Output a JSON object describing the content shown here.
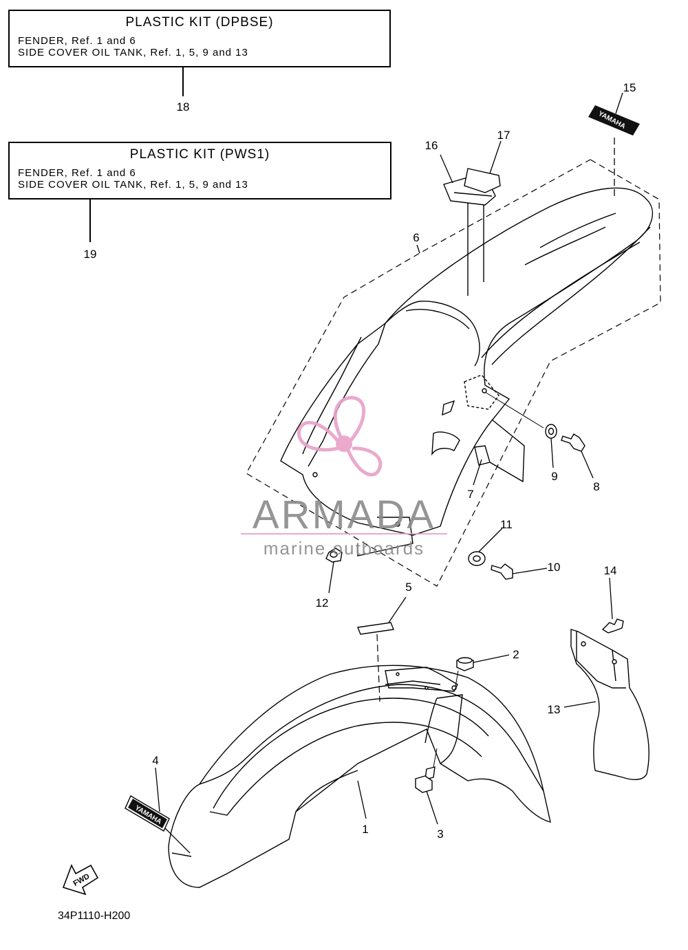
{
  "kits": [
    {
      "title": "PLASTIC KIT (DPBSE)",
      "lines": [
        "FENDER, Ref. 1 and 6",
        "SIDE COVER OIL TANK, Ref. 1, 5, 9 and 13"
      ],
      "ref": "18"
    },
    {
      "title": "PLASTIC KIT (PWS1)",
      "lines": [
        "FENDER, Ref. 1 and 6",
        "SIDE COVER OIL TANK, Ref. 1, 5, 9 and 13"
      ],
      "ref": "19"
    }
  ],
  "callouts": [
    "1",
    "2",
    "3",
    "4",
    "5",
    "6",
    "7",
    "8",
    "9",
    "10",
    "11",
    "12",
    "13",
    "14",
    "15",
    "16",
    "17"
  ],
  "decal_text": "YAMAHA",
  "fwd_label": "FWD",
  "diagram_code": "34P1110-H200",
  "watermark": {
    "brand": "ARMADA",
    "tagline": "marine outboards",
    "logo": "propeller-logo",
    "colors": {
      "pink": "#e8a0c8",
      "grey": "#8a8a8a"
    }
  }
}
